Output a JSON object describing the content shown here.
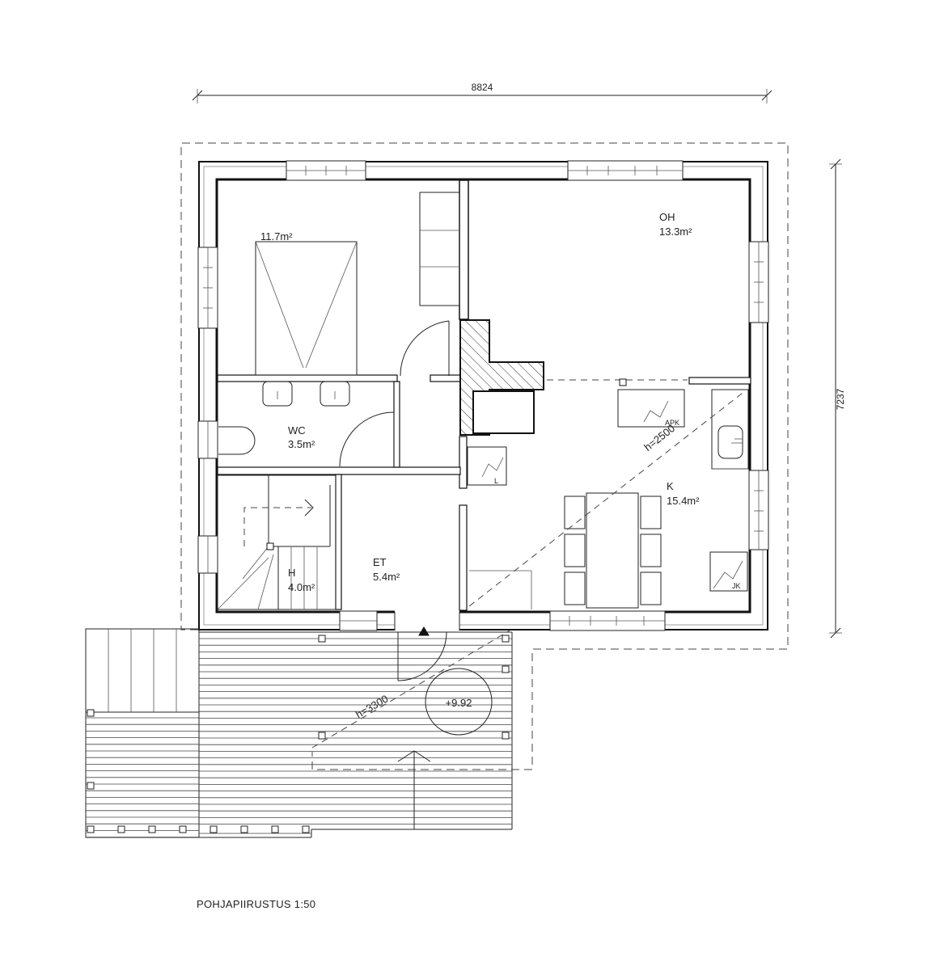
{
  "drawing": {
    "title": "POHJAPIIRUSTUS 1:50",
    "dimensions": {
      "width": "8824",
      "depth": "7237"
    },
    "ceiling_heights": {
      "kitchen": "h=2500",
      "terrace": "h=3300"
    },
    "elevation": "+9.92"
  },
  "rooms": {
    "bedroom": {
      "area": "11.7m²"
    },
    "living": {
      "name": "OH",
      "area": "13.3m²"
    },
    "wc": {
      "name": "WC",
      "area": "3.5m²"
    },
    "kitchen": {
      "name": "K",
      "area": "15.4m²"
    },
    "hall": {
      "name": "H",
      "area": "4.0m²"
    },
    "entry": {
      "name": "ET",
      "area": "5.4m²"
    }
  },
  "appliances": {
    "freezer": "APK",
    "fridge": "JK",
    "stove": "L"
  },
  "style": {
    "line_color": "#111111",
    "hatch_color": "#333333",
    "background": "#ffffff"
  }
}
